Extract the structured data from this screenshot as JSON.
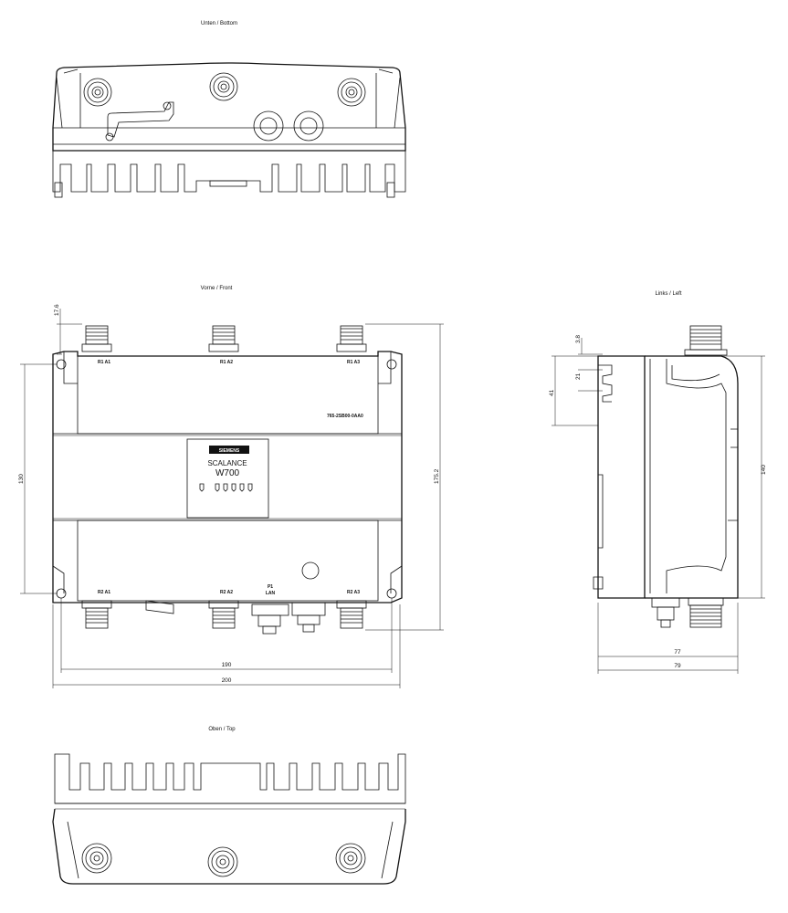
{
  "views": {
    "bottom": "Unten / Bottom",
    "front": "Vorne / Front",
    "left": "Links / Left",
    "top": "Oben / Top"
  },
  "front": {
    "ports": [
      "R1 A1",
      "R1 A2",
      "R1 A3",
      "R2 A1",
      "R2 A2",
      "R2 A3"
    ],
    "part_number": "765-2SB00-0AA0",
    "brand": "SIEMENS",
    "product_line1": "SCALANCE",
    "product_line2": "W700",
    "lan_p1": "P1",
    "lan": "LAN",
    "dims": {
      "top_offset": "17.6",
      "height_mount": "130",
      "height_total": "175.2",
      "width_mount": "190",
      "width_total": "200"
    }
  },
  "side": {
    "dims": {
      "d1": "3.8",
      "d2": "21",
      "d3": "41",
      "d4": "140",
      "d5": "77",
      "d6": "79"
    }
  }
}
